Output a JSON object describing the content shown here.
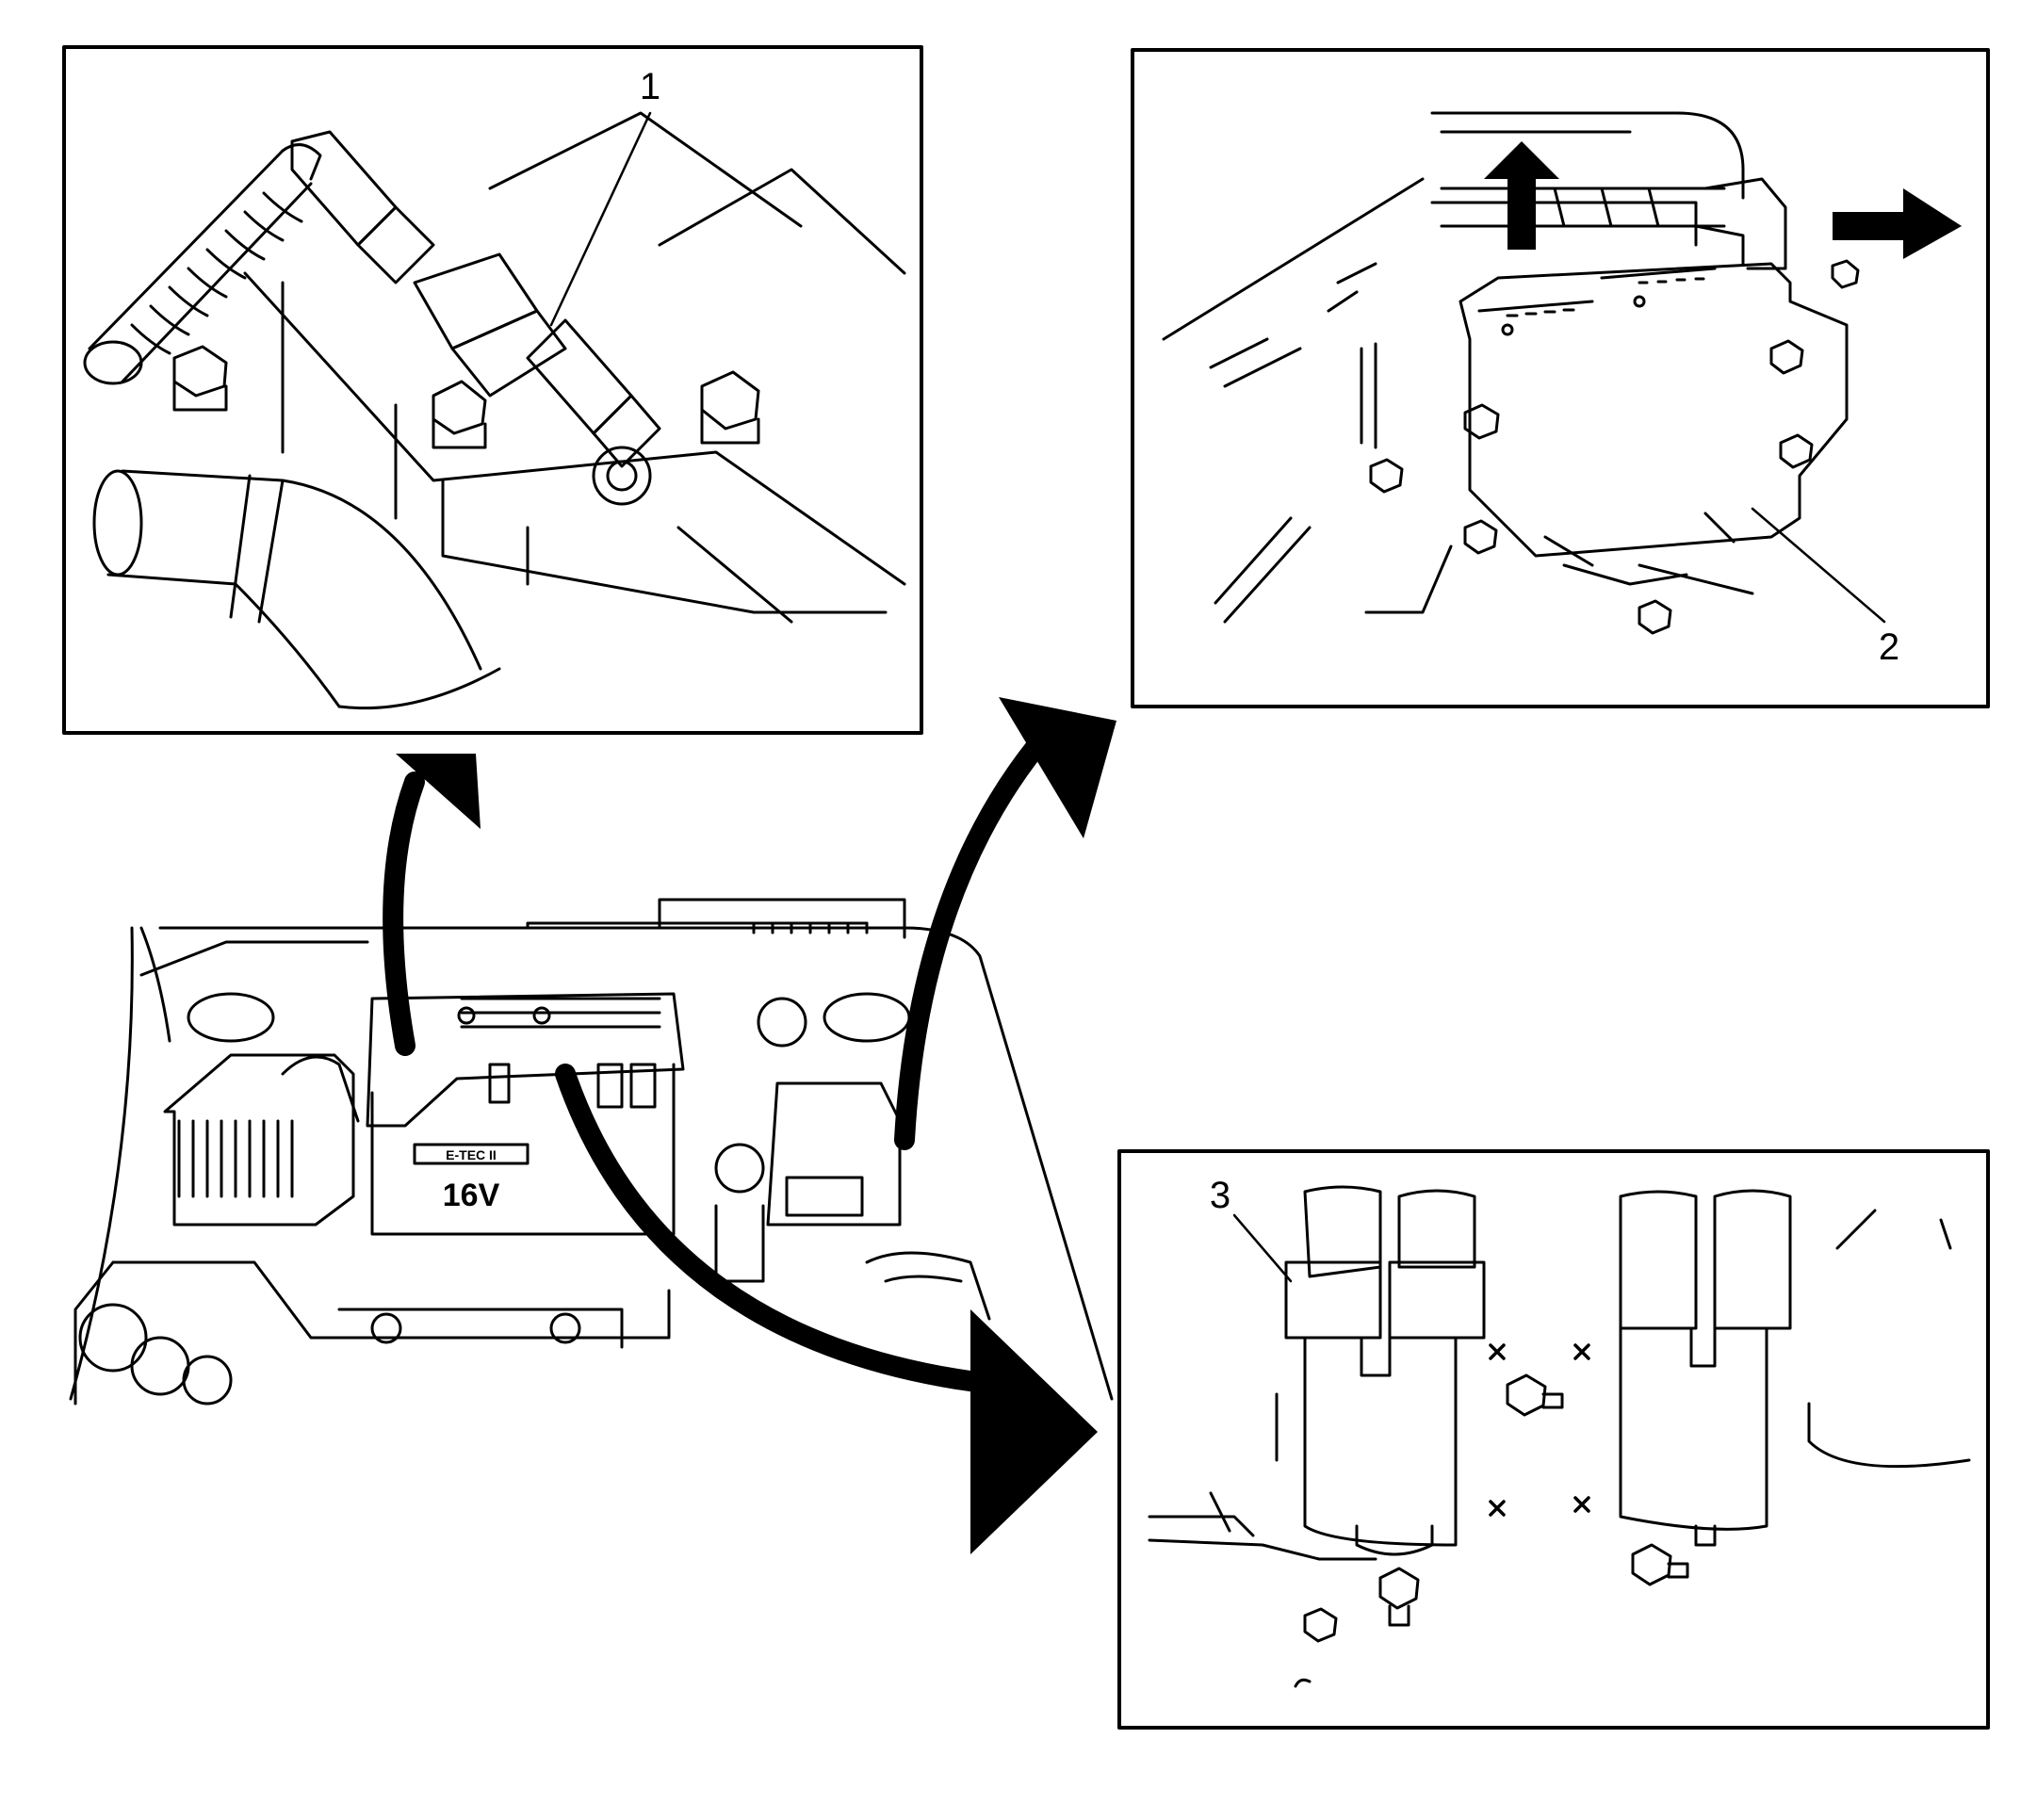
{
  "callouts": {
    "spark_plug": "1",
    "module": "2",
    "ignition_coils": "3"
  },
  "engine_cover": {
    "badge_text": "16V",
    "logo_text": "E-TEC II"
  },
  "colors": {
    "line": "#000000",
    "background": "#ffffff"
  }
}
